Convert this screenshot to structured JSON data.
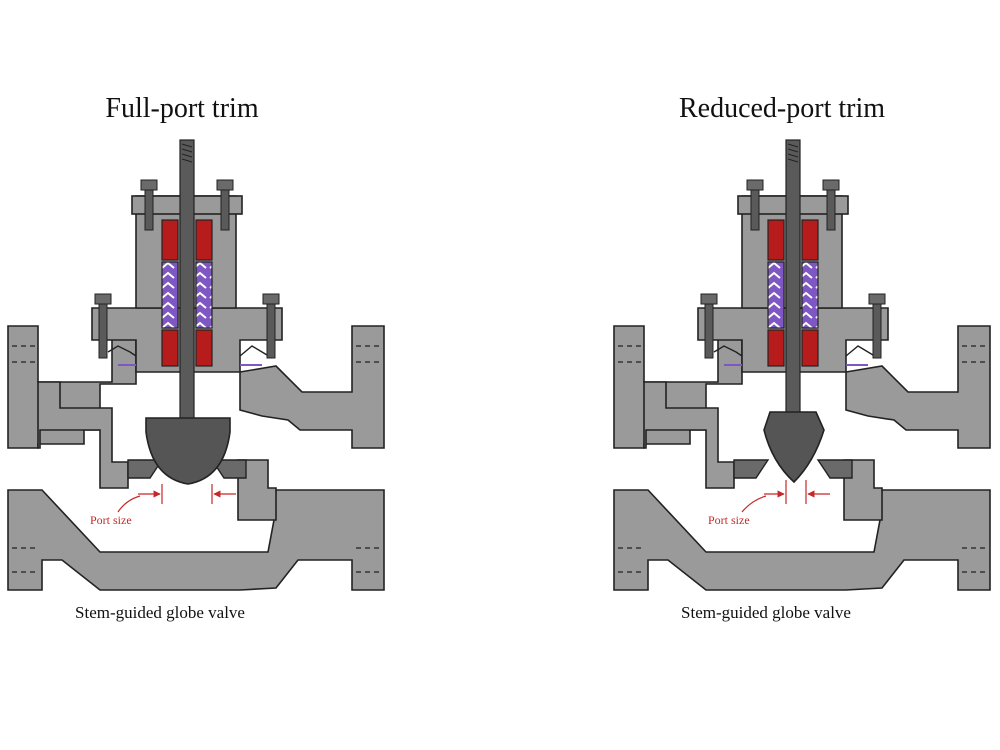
{
  "colors": {
    "body_fill": "#9a9a9a",
    "outline": "#222222",
    "stem": "#5a5a5a",
    "packing": "#b71c1c",
    "spring": "#7e57c2",
    "annotation": "#c62828",
    "background": "#ffffff"
  },
  "panels": [
    {
      "title": "Full-port trim",
      "caption": "Stem-guided globe valve",
      "port_label": "Port size",
      "plug_shape": "full-port-round-plug"
    },
    {
      "title": "Reduced-port trim",
      "caption": "Stem-guided globe valve",
      "port_label": "Port size",
      "plug_shape": "reduced-port-pointed-plug"
    }
  ]
}
